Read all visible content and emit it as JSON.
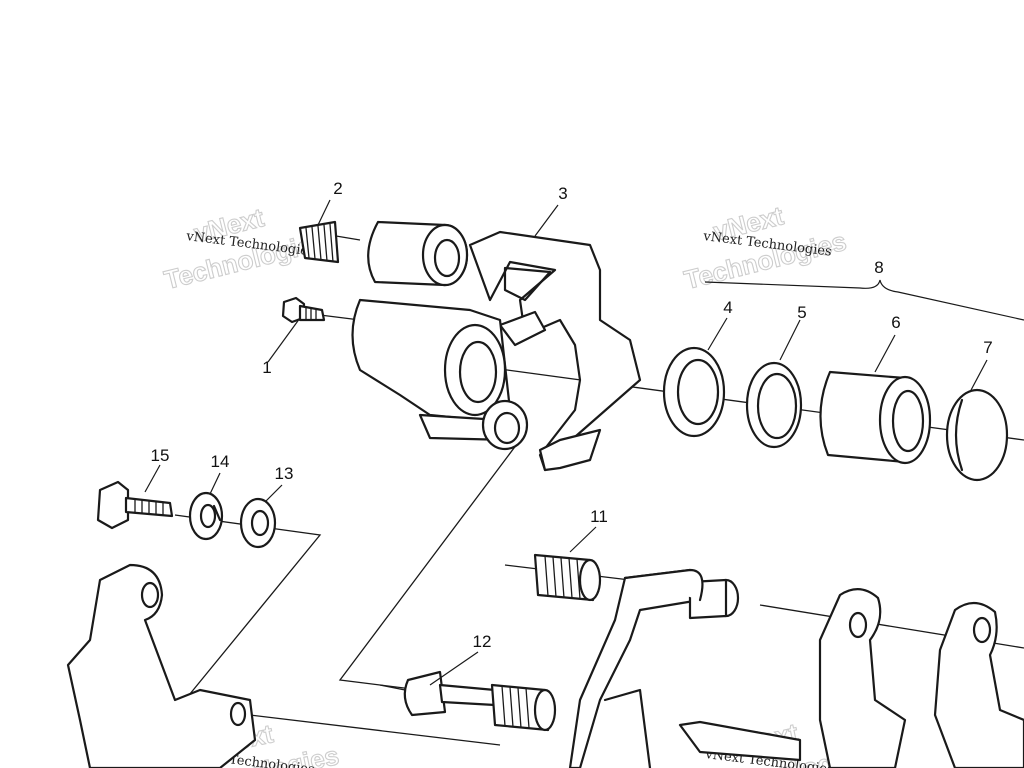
{
  "diagram": {
    "callouts": [
      "1",
      "2",
      "3",
      "4",
      "5",
      "6",
      "7",
      "8",
      "11",
      "12",
      "13",
      "14",
      "15"
    ],
    "watermark": {
      "line_small": "vNext Technologies",
      "line_big_1": "vNext",
      "line_big_2": "Technologies"
    },
    "colors": {
      "ink": "#1a1a1a",
      "watermark": "#c8c8c8",
      "background": "#ffffff"
    }
  }
}
